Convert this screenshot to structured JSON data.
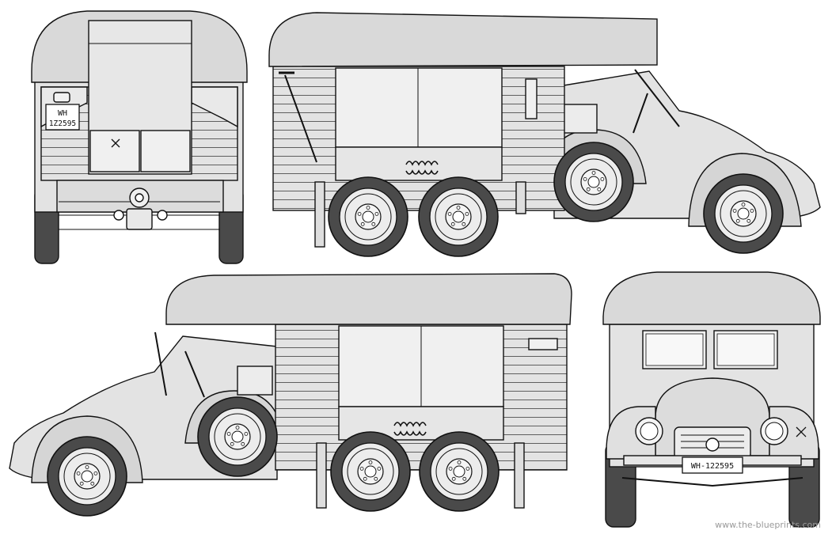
{
  "plates": {
    "rear": "WH",
    "rear_number": "1Z2595",
    "front": "WH-122595"
  },
  "watermark": "www.the-blueprints.com",
  "colors": {
    "line": "#111111",
    "canvas": "#d9d9d9",
    "body": "#e6e6e6",
    "tire": "#4a4a4a",
    "hub": "#ededed",
    "background": "#ffffff"
  }
}
